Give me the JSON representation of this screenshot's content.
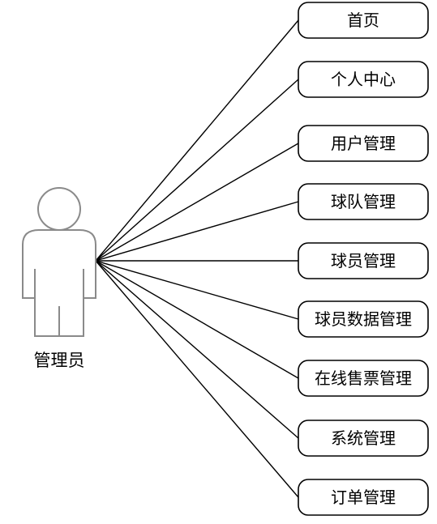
{
  "actor": {
    "label": "管理员",
    "icon": "person-icon"
  },
  "use_cases": [
    {
      "label": "首页"
    },
    {
      "label": "个人中心"
    },
    {
      "label": "用户管理"
    },
    {
      "label": "球队管理"
    },
    {
      "label": "球员管理"
    },
    {
      "label": "球员数据管理"
    },
    {
      "label": "在线售票管理"
    },
    {
      "label": "系统管理"
    },
    {
      "label": "订单管理"
    }
  ],
  "colors": {
    "line": "#000000",
    "actor_stroke": "#8a8a8a",
    "box_stroke": "#000000"
  }
}
